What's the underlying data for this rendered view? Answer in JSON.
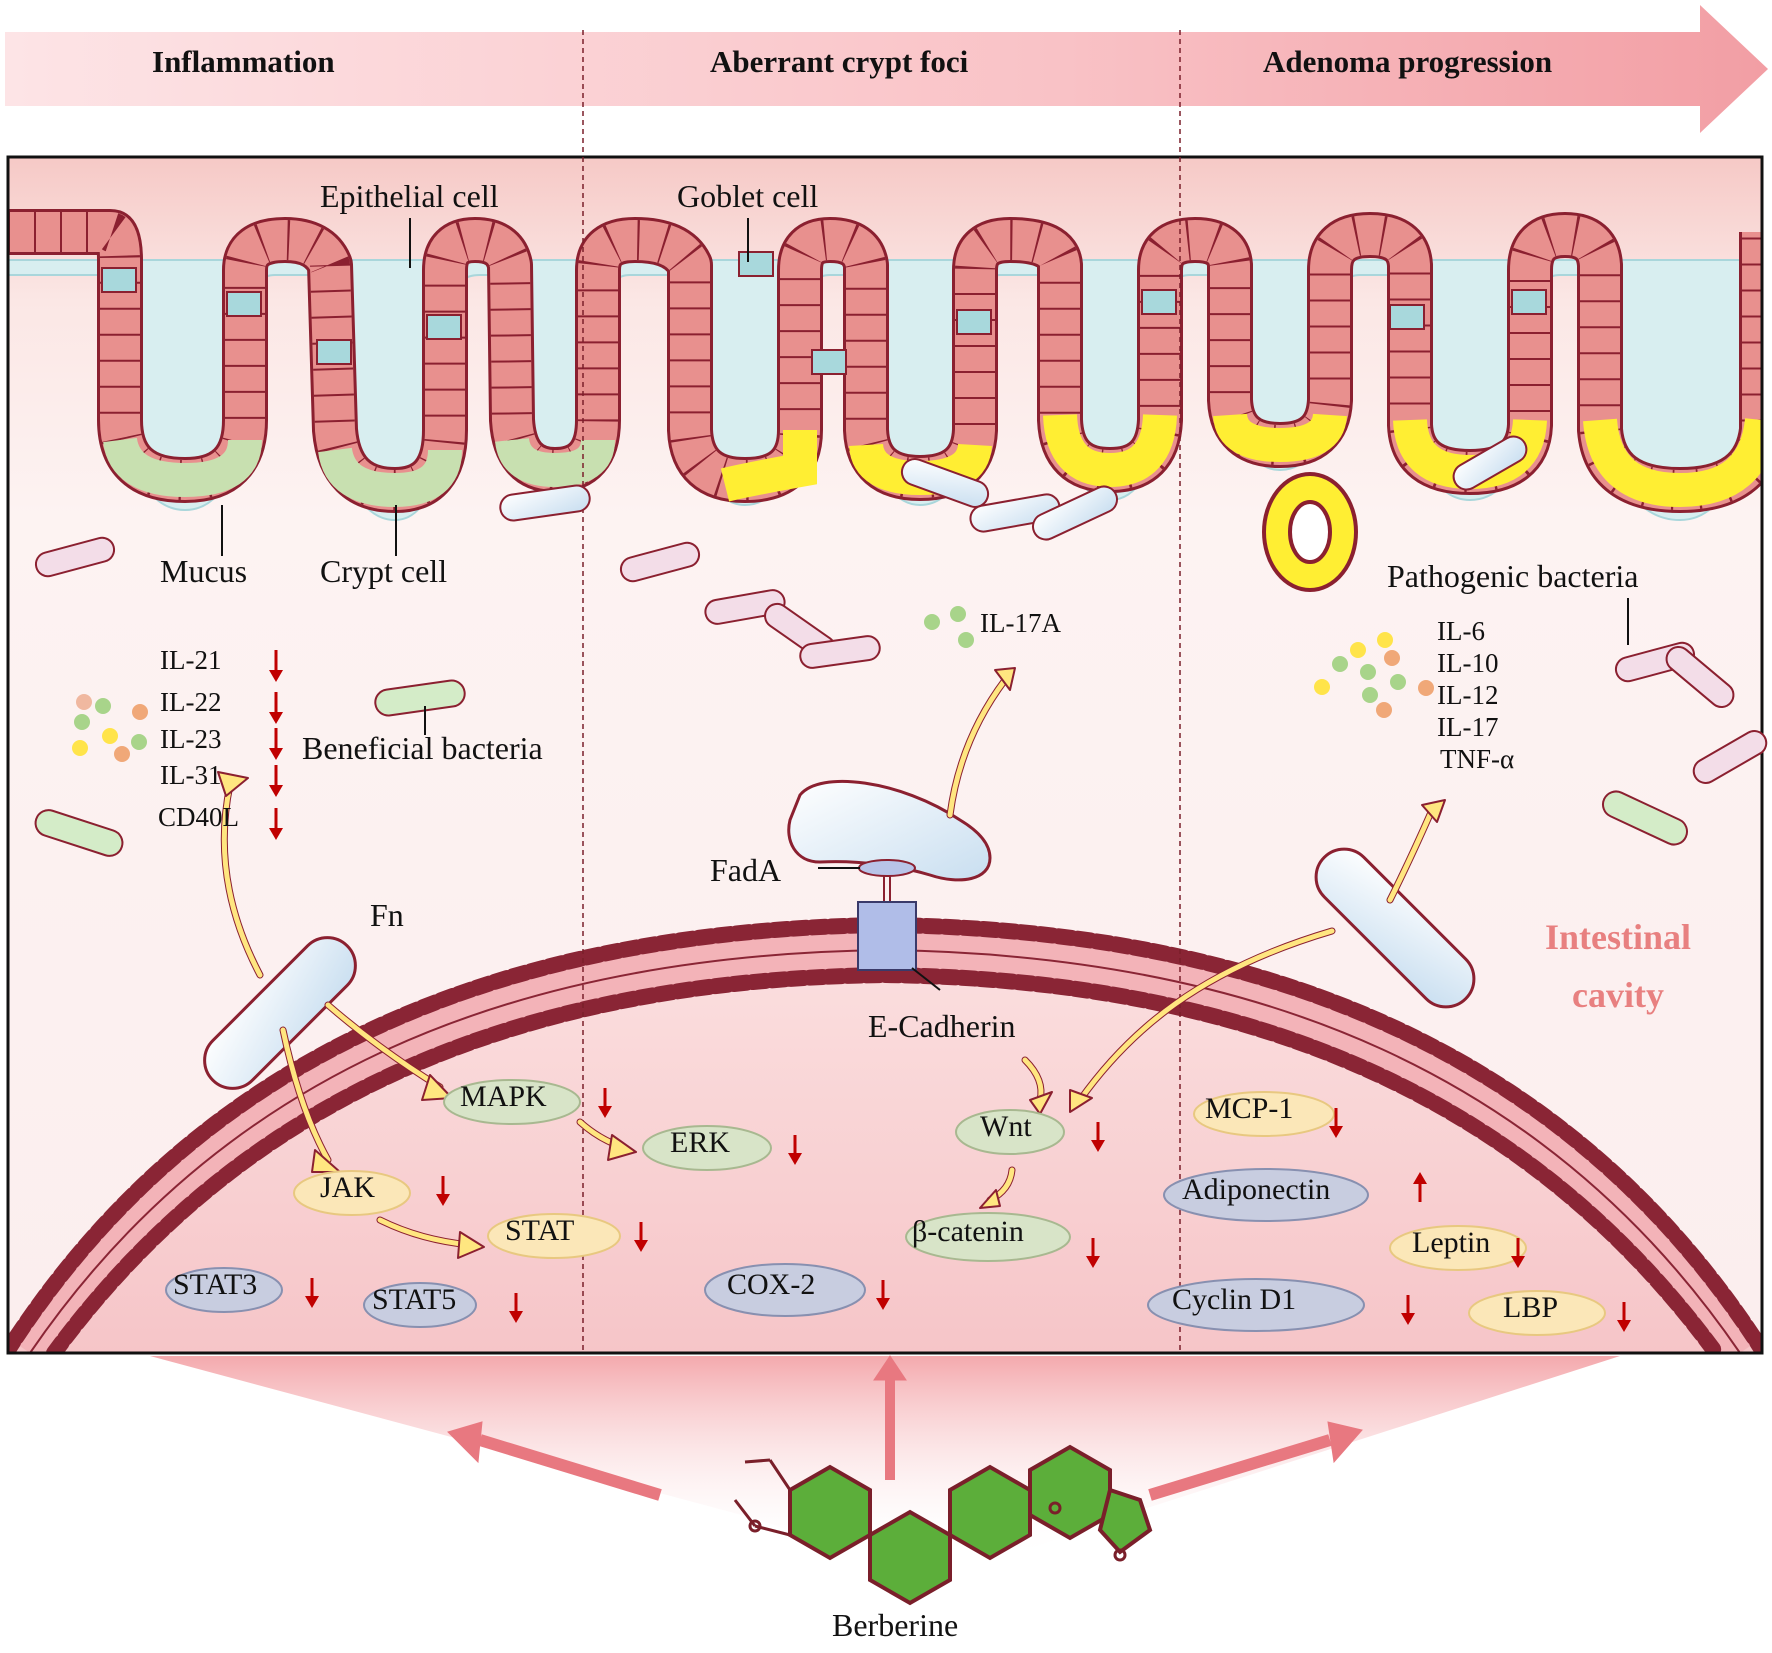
{
  "stages": [
    "Inflammation",
    "Aberrant crypt foci",
    "Adenoma progression"
  ],
  "structure_labels": {
    "epithelial": "Epithelial cell",
    "goblet": "Goblet cell",
    "mucus": "Mucus",
    "crypt": "Crypt cell",
    "pathogenic": "Pathogenic bacteria",
    "beneficial": "Beneficial bacteria",
    "fn": "Fn",
    "fada": "FadA",
    "ecadherin": "E-Cadherin",
    "cavity_line1": "Intestinal",
    "cavity_line2": "cavity",
    "berberine": "Berberine"
  },
  "inflammation_cytokines": [
    "IL-21",
    "IL-22",
    "IL-23",
    "IL-31",
    "CD40L"
  ],
  "il17a": "IL-17A",
  "adenoma_cytokines": [
    "IL-6",
    "IL-10",
    "IL-12",
    "IL-17",
    "TNF-α"
  ],
  "nodes": {
    "mapk": "MAPK",
    "erk": "ERK",
    "jak": "JAK",
    "stat": "STAT",
    "stat3": "STAT3",
    "stat5": "STAT5",
    "cox2": "COX-2",
    "wnt": "Wnt",
    "bcatenin": "β-catenin",
    "mcp1": "MCP-1",
    "adiponectin": "Adiponectin",
    "leptin": "Leptin",
    "cyclind1": "Cyclin D1",
    "lbp": "LBP"
  },
  "colors": {
    "stage_arrow": "#f4a3a8",
    "epithelium": "#e8908e",
    "epithelium_border": "#8b2030",
    "goblet": "#a8d8dc",
    "mucus": "#d8eef0",
    "adenoma_cells": "#ffee33",
    "crypt_cells": "#c8e0b0",
    "membrane": "#8a2535",
    "down_arrow": "#c00000",
    "signal_arrow": "#ffe680",
    "cavity_text": "#e88080",
    "berberine_ring": "#5cae3a"
  },
  "regulation": {
    "IL-21": "down",
    "IL-22": "down",
    "IL-23": "down",
    "IL-31": "down",
    "CD40L": "down",
    "MAPK": "down",
    "ERK": "down",
    "JAK": "down",
    "STAT": "down",
    "STAT3": "down",
    "STAT5": "down",
    "COX-2": "down",
    "Wnt": "down",
    "β-catenin": "down",
    "MCP-1": "down",
    "Adiponectin": "up",
    "Leptin": "down",
    "Cyclin D1": "down",
    "LBP": "down"
  }
}
